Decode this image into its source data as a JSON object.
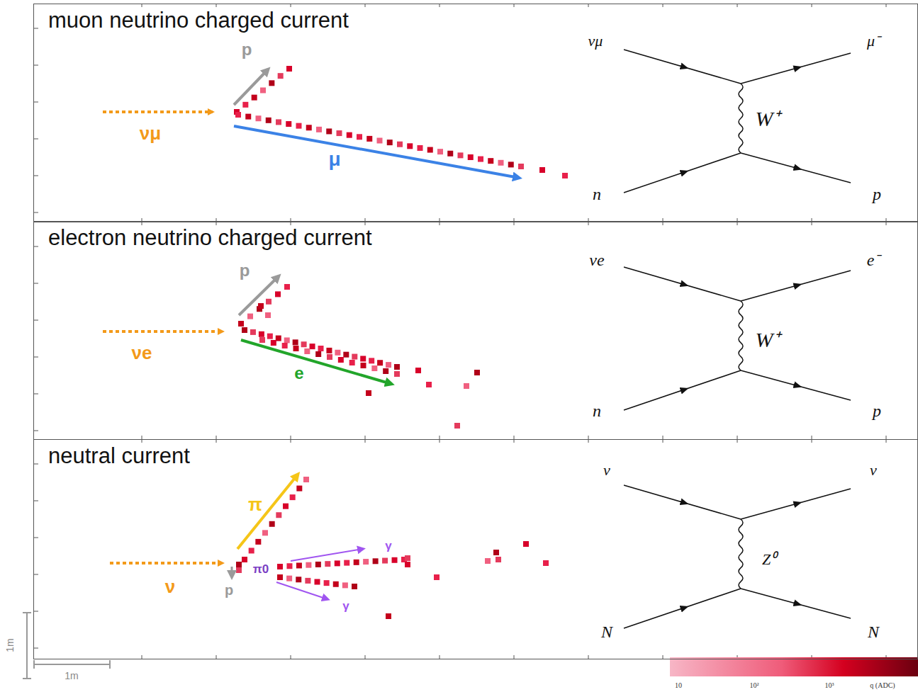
{
  "diagram": {
    "nodes": [
      {
        "text": [
          "muon neutrino charged current"
        ]
      },
      {
        "text": [
          "electron neutrino charged current"
        ]
      },
      {
        "text": [
          "neutral current"
        ]
      }
    ],
    "labels": [
      "p",
      "νμ",
      "μ",
      "νμ",
      "μ⁻",
      "W⁺",
      "n",
      "p",
      "p",
      "νe",
      "e",
      "νe",
      "e⁻",
      "W⁺",
      "n",
      "p",
      "π",
      "ν",
      "p",
      "π0",
      "γ",
      "γ",
      "ν",
      "ν",
      "Z⁰",
      "N",
      "N",
      "1m",
      "1m",
      "10",
      "10²",
      "10³",
      "q (ADC)"
    ]
  }
}
